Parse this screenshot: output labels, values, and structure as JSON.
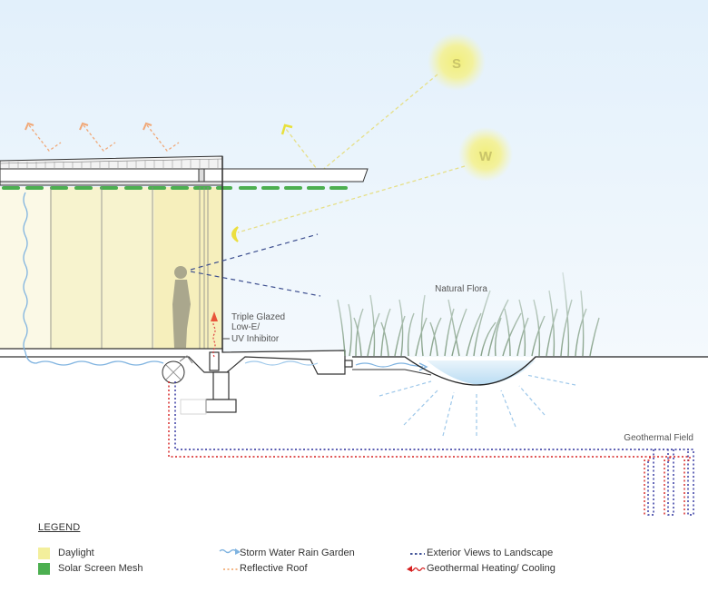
{
  "diagram": {
    "suns": [
      {
        "label": "S"
      },
      {
        "label": "W"
      }
    ],
    "labels": {
      "natural_flora": "Natural Flora",
      "glazing_line1": "Triple Glazed",
      "glazing_line2": "Low-E/",
      "glazing_line3": "UV Inhibitor",
      "geothermal_field": "Geothermal Field"
    }
  },
  "legend": {
    "title": "LEGEND",
    "items": [
      {
        "key": "daylight",
        "label": "Daylight",
        "color": "#f3ef9c",
        "icon": "yellow-swatch"
      },
      {
        "key": "solar_screen",
        "label": "Solar Screen Mesh",
        "color": "#4caf50",
        "icon": "green-swatch"
      },
      {
        "key": "storm_water",
        "label": "Storm Water Rain Garden",
        "color": "#7fb3e0",
        "icon": "wavy-arrow"
      },
      {
        "key": "reflective_roof",
        "label": "Reflective Roof",
        "color": "#f0a060",
        "icon": "dotted-line"
      },
      {
        "key": "exterior_views",
        "label": "Exterior Views to Landscape",
        "color": "#2a3e8c",
        "icon": "dotted-line"
      },
      {
        "key": "geothermal",
        "label": "Geothermal Heating/ Cooling",
        "color": "#d62020",
        "icon": "wavy-arrow"
      }
    ]
  },
  "colors": {
    "sky_top": "#e3f1fb",
    "sky_bottom": "#f3f9fd",
    "daylight": "#f7f2c4",
    "mesh": "#4caf50",
    "water": "#8ec2ea",
    "view_line": "#3d4f8f",
    "reflect_line": "#f0a060",
    "sun_line": "#e8e08a",
    "geo_red": "#d62020",
    "geo_blue": "#2a2e9c",
    "structure": "#333333",
    "person": "#a8a48c"
  }
}
